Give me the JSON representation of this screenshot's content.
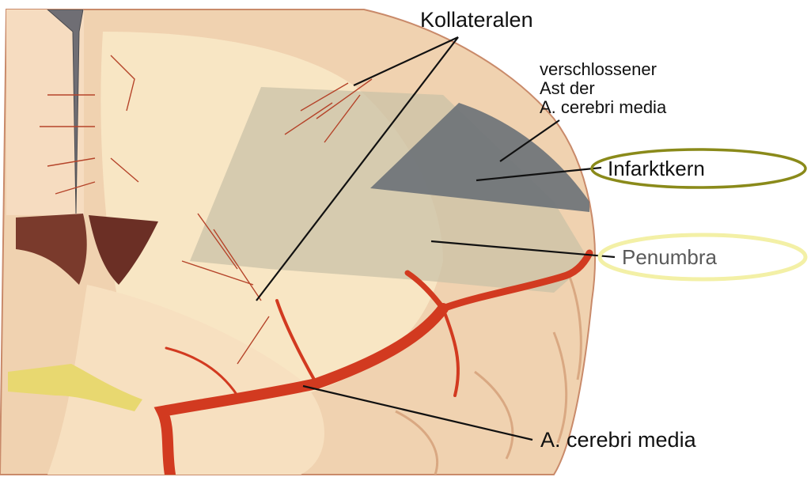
{
  "labels": {
    "kollateralen": "Kollateralen",
    "verschlossener_ast": [
      "verschlossener",
      "Ast der",
      "A. cerebri media"
    ],
    "infarktkern": "Infarktkern",
    "penumbra": "Penumbra",
    "a_cerebri_media": "A. cerebri media"
  },
  "colors": {
    "brain_surface": "#f0d2b0",
    "white_matter": "#f8e6c4",
    "artery": "#d23a20",
    "infarct_core": "#6e7378",
    "penumbra": "#c9c1a6",
    "infarkt_highlight": "#8a8a1a",
    "penumbra_highlight": "#f3f0a6"
  }
}
